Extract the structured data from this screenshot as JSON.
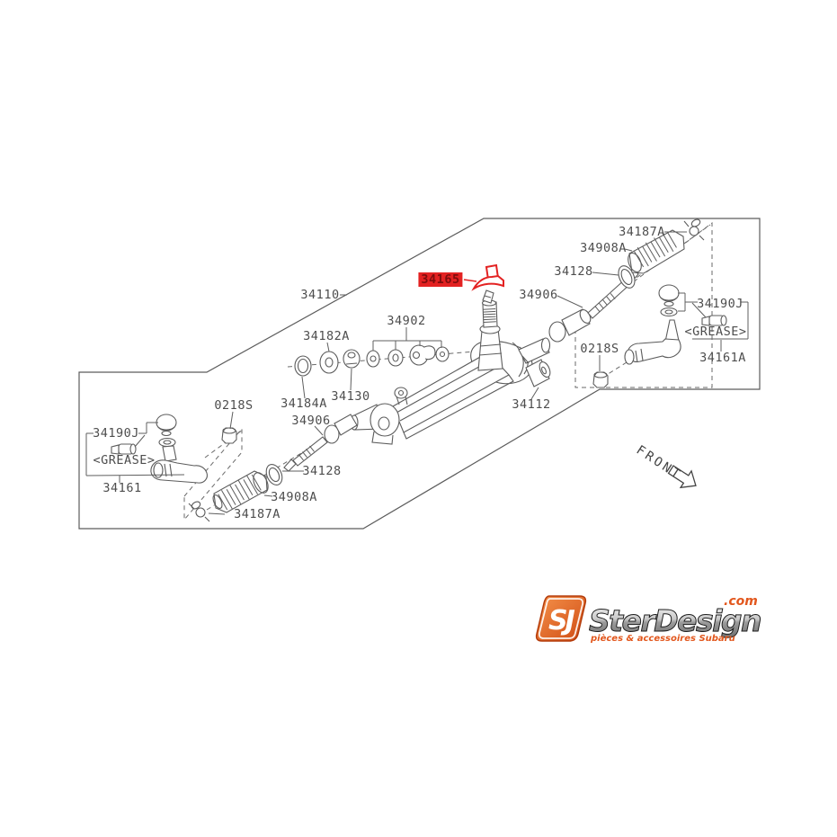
{
  "diagram": {
    "front_label": "FRONT",
    "highlight_color": "#e32222",
    "line_color": "#5c5c5c",
    "labels": [
      {
        "id": "34110",
        "text": "34110"
      },
      {
        "id": "34165",
        "text": "34165",
        "highlighted": true
      },
      {
        "id": "34902",
        "text": "34902"
      },
      {
        "id": "34182A",
        "text": "34182A"
      },
      {
        "id": "34184A",
        "text": "34184A"
      },
      {
        "id": "34130",
        "text": "34130"
      },
      {
        "id": "0218S-left",
        "text": "0218S"
      },
      {
        "id": "34906-left",
        "text": "34906"
      },
      {
        "id": "34128-left",
        "text": "34128"
      },
      {
        "id": "34908A-left",
        "text": "34908A"
      },
      {
        "id": "34187A-left",
        "text": "34187A"
      },
      {
        "id": "34190J-left",
        "text": "34190J"
      },
      {
        "id": "GREASE-left",
        "text": "<GREASE>"
      },
      {
        "id": "34161",
        "text": "34161"
      },
      {
        "id": "34906-right",
        "text": "34906"
      },
      {
        "id": "34128-right",
        "text": "34128"
      },
      {
        "id": "34908A-right",
        "text": "34908A"
      },
      {
        "id": "34187A-right",
        "text": "34187A"
      },
      {
        "id": "34112",
        "text": "34112"
      },
      {
        "id": "0218S-right",
        "text": "0218S"
      },
      {
        "id": "34190J-right",
        "text": "34190J"
      },
      {
        "id": "GREASE-right",
        "text": "<GREASE>"
      },
      {
        "id": "34161A",
        "text": "34161A"
      }
    ]
  },
  "logo": {
    "monogram": "SJ",
    "name": "SterDesign",
    "tld": ".com",
    "tagline": "pièces & accessoires Subaru",
    "orange": "#e2571d"
  }
}
